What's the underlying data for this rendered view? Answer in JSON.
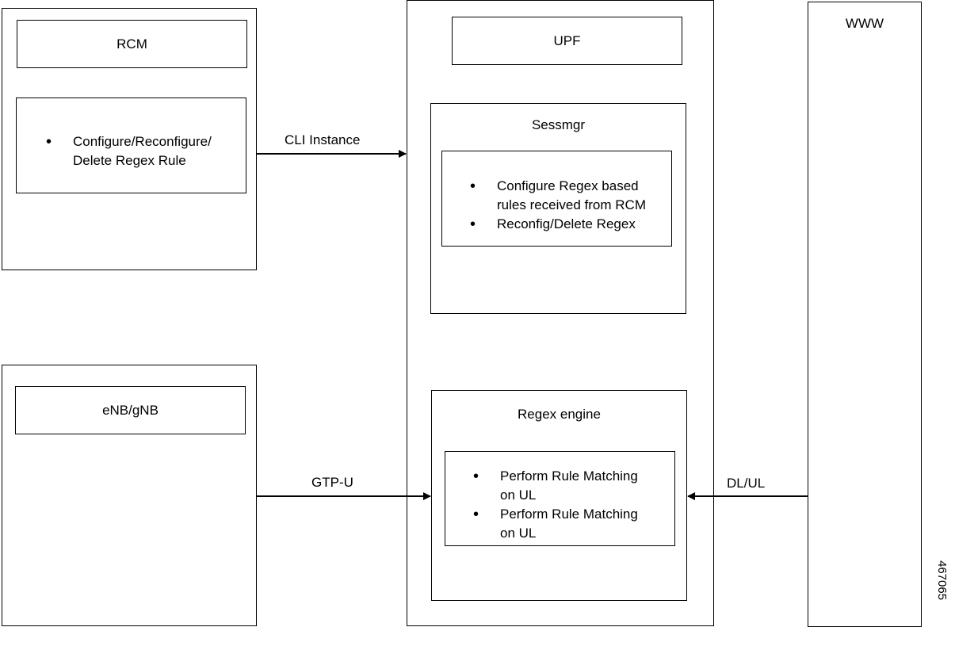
{
  "rcm": {
    "title": "RCM",
    "bullets": [
      {
        "lines": [
          "Configure/Reconfigure/",
          "Delete Regex Rule"
        ]
      }
    ]
  },
  "enb": {
    "title": "eNB/gNB"
  },
  "upf": {
    "title": "UPF",
    "sessmgr": {
      "title": "Sessmgr",
      "bullets": [
        {
          "lines": [
            "Configure Regex based",
            "rules received from RCM"
          ]
        },
        {
          "lines": [
            "Reconfig/Delete Regex"
          ]
        }
      ]
    },
    "regex_engine": {
      "title": "Regex engine",
      "bullets": [
        {
          "lines": [
            "Perform Rule Matching",
            "on UL"
          ]
        },
        {
          "lines": [
            "Perform Rule Matching",
            "on UL"
          ]
        }
      ]
    }
  },
  "www": {
    "title": "WWW"
  },
  "connections": {
    "cli": "CLI Instance",
    "gtpu": "GTP-U",
    "dlul": "DL/UL"
  },
  "figure_id": "467065"
}
